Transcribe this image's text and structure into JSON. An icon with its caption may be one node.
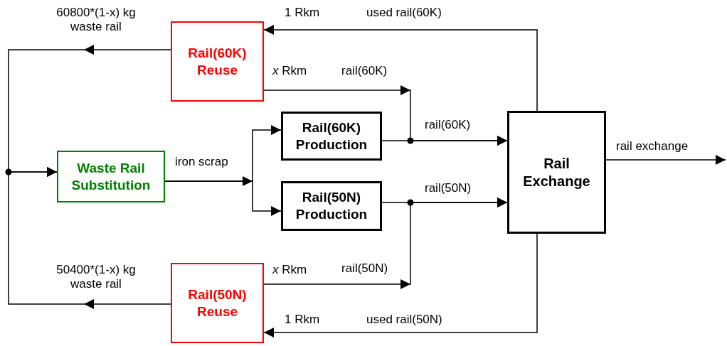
{
  "diagram": {
    "nodes": [
      {
        "text": [
          "Rail(60K) Reuse"
        ]
      },
      {
        "text": [
          "Waste Rail Substitution"
        ]
      },
      {
        "text": [
          "Rail(60K) Production"
        ]
      },
      {
        "text": [
          "Rail(50N) Production"
        ]
      },
      {
        "text": [
          "Rail Exchange"
        ]
      },
      {
        "text": [
          "Rail(50N) Reuse"
        ]
      }
    ],
    "edges": [
      {
        "from": 4,
        "to": 0,
        "arrow": "to",
        "label": "used rail(60K)"
      },
      {
        "from": 0,
        "to": 1,
        "arrow": "to"
      },
      {
        "from": 0,
        "to": 4,
        "arrow": "to",
        "label": "rail(60K)"
      },
      {
        "from": 2,
        "to": 4,
        "arrow": "to",
        "label": "rail(60K)"
      },
      {
        "from": 1,
        "to": 2,
        "arrow": "to",
        "label": "iron scrap"
      },
      {
        "from": 1,
        "to": 3,
        "arrow": "to"
      },
      {
        "from": 3,
        "to": 4,
        "arrow": "to",
        "label": "rail(50N)"
      },
      {
        "from": 5,
        "to": 4,
        "arrow": "to",
        "label": "rail(50N)"
      },
      {
        "from": 5,
        "to": 1,
        "arrow": "to"
      },
      {
        "from": 4,
        "to": 5,
        "arrow": "to",
        "label": "used rail(50N)"
      },
      {
        "from": 4,
        "to": null,
        "arrow": "to",
        "label": "rail exchange"
      }
    ],
    "labels": [
      "60800*(1-x) kg waste rail",
      "1 Rkm",
      "*x* Rkm",
      "50400*(1-x) kg waste rail",
      "*x* Rkm",
      "1 Rkm"
    ]
  }
}
